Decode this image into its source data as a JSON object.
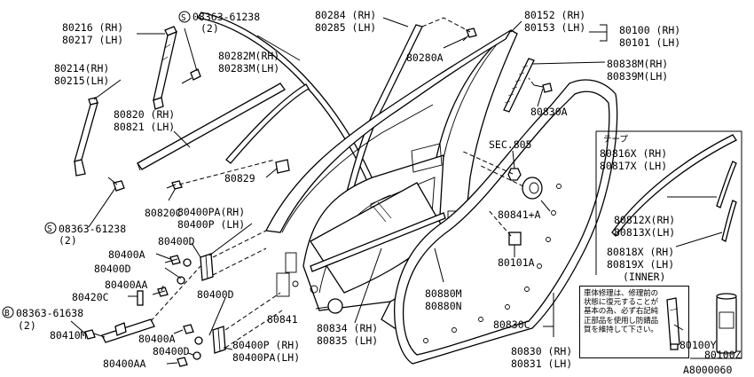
{
  "labels": {
    "p80216": "80216 (RH)",
    "p80217": "80217 (LH)",
    "s1_code": "08363-61238",
    "s1_qty": "(2)",
    "p80214": "80214(RH)",
    "p80215": "80215(LH)",
    "p80284": "80284 (RH)",
    "p80285": "80285 (LH)",
    "p80282m": "80282M(RH)",
    "p80283m": "80283M(LH)",
    "p80280a": "80280A",
    "p80152": "80152 (RH)",
    "p80153": "80153 (LH)",
    "p80100": "80100 (RH)",
    "p80101": "80101 (LH)",
    "p80838m": "80838M(RH)",
    "p80839m": "80839M(LH)",
    "p80830a": "80830A",
    "p80820": "80820 (RH)",
    "p80821": "80821 (LH)",
    "sec805": "SEC.805",
    "p80829": "80829",
    "p80820c": "80820C",
    "p80400pa_a": "80400PA(RH)",
    "p80400p_a": "80400P (LH)",
    "s2_code": "08363-61238",
    "s2_qty": "(2)",
    "p80400d_1": "80400D",
    "p80400a_1": "80400A",
    "p80841a": "80841+A",
    "p80101a": "80101A",
    "p80400d_2": "80400D",
    "p80400aa_1": "80400AA",
    "p80400d_3": "80400D",
    "p80420c": "80420C",
    "b_code": "08363-61638",
    "b_qty": "(2)",
    "p80841": "80841",
    "p80880m": "80880M",
    "p80880n": "80880N",
    "p80834": "80834 (RH)",
    "p80835": "80835 (LH)",
    "p80830c": "80830C",
    "p80410m": "80410M",
    "p80400a_2": "80400A",
    "p80400d_4": "80400D",
    "p80400p_b": "80400P (RH)",
    "p80400pa_b": "80400PA(LH)",
    "p80400aa_2": "80400AA",
    "p80830": "80830 (RH)",
    "p80831": "80831 (LH)",
    "tape": "テープ",
    "p80816x": "80816X (RH)",
    "p80817x": "80817X (LH)",
    "p80812x": "80812X(RH)",
    "p80813x": "80813X(LH)",
    "p80818x": "80818X (RH)",
    "p80819x": "80819X (LH)",
    "inner": "(INNER)",
    "p80100y": "80100Y",
    "p80100z": "80100Z",
    "figure_id": "A8000060"
  },
  "symbols": {
    "s_mark": "S",
    "b_mark": "B"
  },
  "note": "車体修理は、修理前の状態に復元することが基本の為、必ず右記純正部品を使用し防錆品質を維持して下さい。"
}
